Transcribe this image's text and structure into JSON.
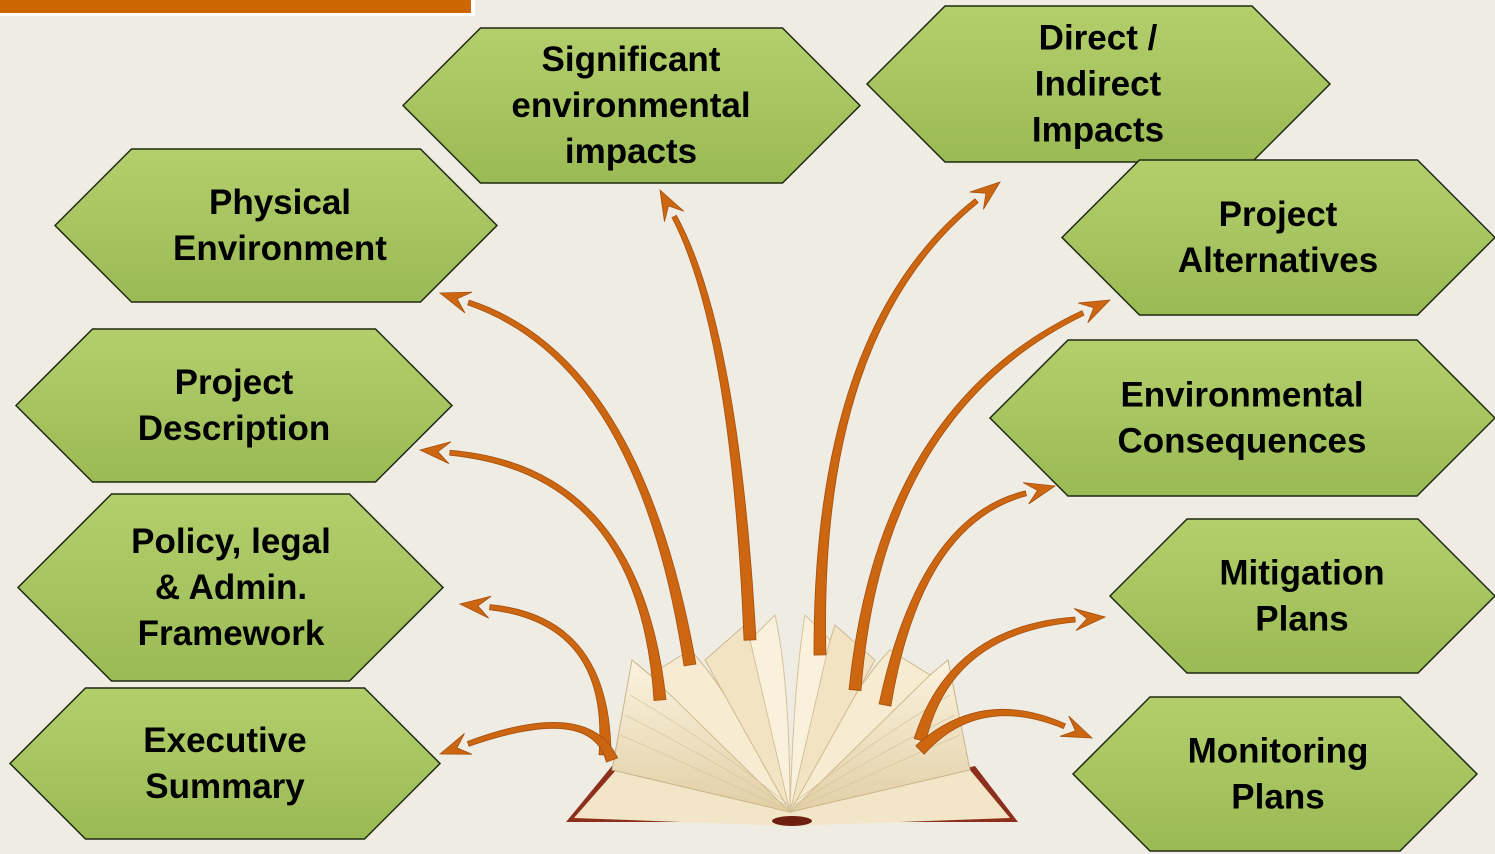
{
  "colors": {
    "background": "#efece4",
    "hexagon_fill": "#a6c45f",
    "hexagon_stroke": "#1f2a12",
    "arrow": "#cc6611",
    "header_bar": "#cc6600"
  },
  "center_graphic": {
    "icon": "open-book-icon"
  },
  "hexagons": [
    {
      "id": "physical-environment",
      "lines": [
        "Physical",
        "Environment"
      ]
    },
    {
      "id": "significant-impacts",
      "lines": [
        "Significant",
        "environmental",
        "impacts"
      ]
    },
    {
      "id": "direct-indirect-impacts",
      "lines": [
        "Direct /",
        "Indirect",
        "Impacts"
      ]
    },
    {
      "id": "project-alternatives",
      "lines": [
        "Project",
        "Alternatives"
      ]
    },
    {
      "id": "project-description",
      "lines": [
        "Project",
        "Description"
      ]
    },
    {
      "id": "environmental-consequences",
      "lines": [
        "Environmental",
        "Consequences"
      ]
    },
    {
      "id": "policy-legal-admin",
      "lines": [
        "Policy, legal",
        "& Admin.",
        "Framework"
      ]
    },
    {
      "id": "mitigation-plans",
      "lines": [
        "Mitigation",
        "Plans"
      ]
    },
    {
      "id": "executive-summary",
      "lines": [
        "Executive",
        "Summary"
      ]
    },
    {
      "id": "monitoring-plans",
      "lines": [
        "Monitoring",
        "Plans"
      ]
    }
  ]
}
